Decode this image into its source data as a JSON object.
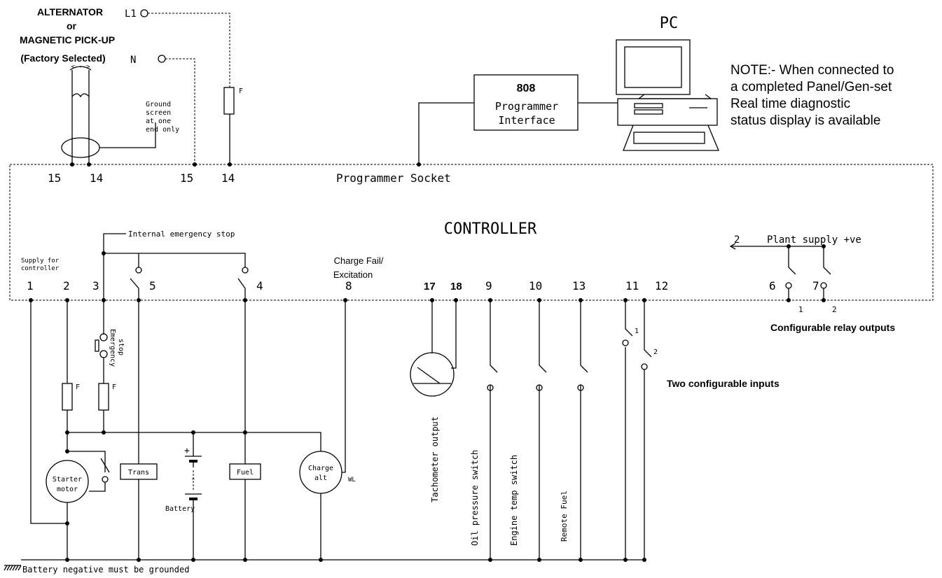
{
  "labels": {
    "alternator": "ALTERNATOR",
    "or": "or",
    "magnetic": "MAGNETIC PICK-UP",
    "factory": "(Factory Selected)",
    "l1": "L1",
    "n": "N",
    "fuse_f": "F",
    "ground_screen": [
      "Ground",
      "screen",
      "at one",
      "end only"
    ],
    "pc": "PC",
    "box_808_title": "808",
    "box_808_line1": "Programmer",
    "box_808_line2": "Interface",
    "note": [
      "NOTE:- When connected to",
      "a completed Panel/Gen-set",
      "Real time diagnostic",
      "status display is available"
    ],
    "programmer_socket": "Programmer Socket",
    "controller": "CONTROLLER",
    "internal_estop": "Internal emergency stop",
    "supply_for": "Supply for",
    "controller_small": "controller",
    "charge_fail": "Charge Fail/",
    "excitation": "Excitation",
    "plant_supply": "Plant supply +ve",
    "plant_supply_num": "2",
    "configurable_relay": "Configurable relay outputs",
    "two_inputs": "Two configurable inputs",
    "emergency_stop": [
      "Emergency",
      "stop"
    ],
    "trans": "Trans",
    "fuel": "Fuel",
    "starter_motor": [
      "Starter",
      "motor"
    ],
    "charge_alt": [
      "Charge",
      "alt"
    ],
    "wl": "WL",
    "battery": "Battery",
    "plus": "+",
    "minus": "-",
    "tach": "Tachometer output",
    "oil": "Oil pressure switch",
    "engine_temp": "Engine temp switch",
    "remote_fuel": "Remote Fuel",
    "battery_neg": "Battery negative must be grounded",
    "relay_1": "1",
    "relay_2": "2",
    "input_1": "1",
    "input_2": "2"
  },
  "terminals": {
    "t15a": "15",
    "t14a": "14",
    "t15b": "15",
    "t14b": "14",
    "t1": "1",
    "t2": "2",
    "t3": "3",
    "t5": "5",
    "t4": "4",
    "t8": "8",
    "t17": "17",
    "t18": "18",
    "t9": "9",
    "t10": "10",
    "t13": "13",
    "t11": "11",
    "t12": "12",
    "t6": "6",
    "t7": "7"
  }
}
